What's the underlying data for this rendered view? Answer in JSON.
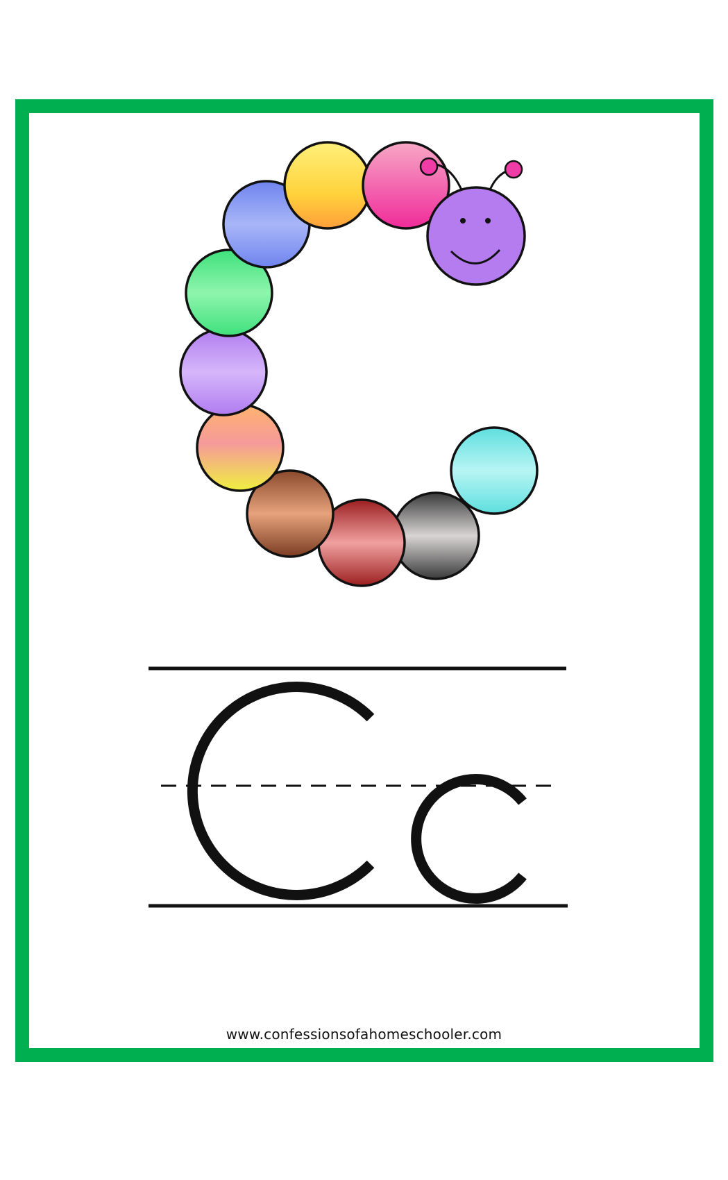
{
  "card": {
    "border_color": "#00b050"
  },
  "illustration": {
    "subject": "caterpillar shaped like the letter C",
    "head_color": "#b57cf0",
    "antenna_tip_color": "#f03ca6",
    "segment_colors": [
      "#f77ab8",
      "#ffd34a",
      "#8fa0f2",
      "#6fee95",
      "#c39cf6",
      "#f5a07a",
      "#c17e5a",
      "#d86a6a",
      "#9a9696",
      "#86e6e6"
    ]
  },
  "letters": {
    "uppercase": "C",
    "lowercase": "c"
  },
  "footer": {
    "url": "www.confessionsofahomeschooler.com"
  }
}
